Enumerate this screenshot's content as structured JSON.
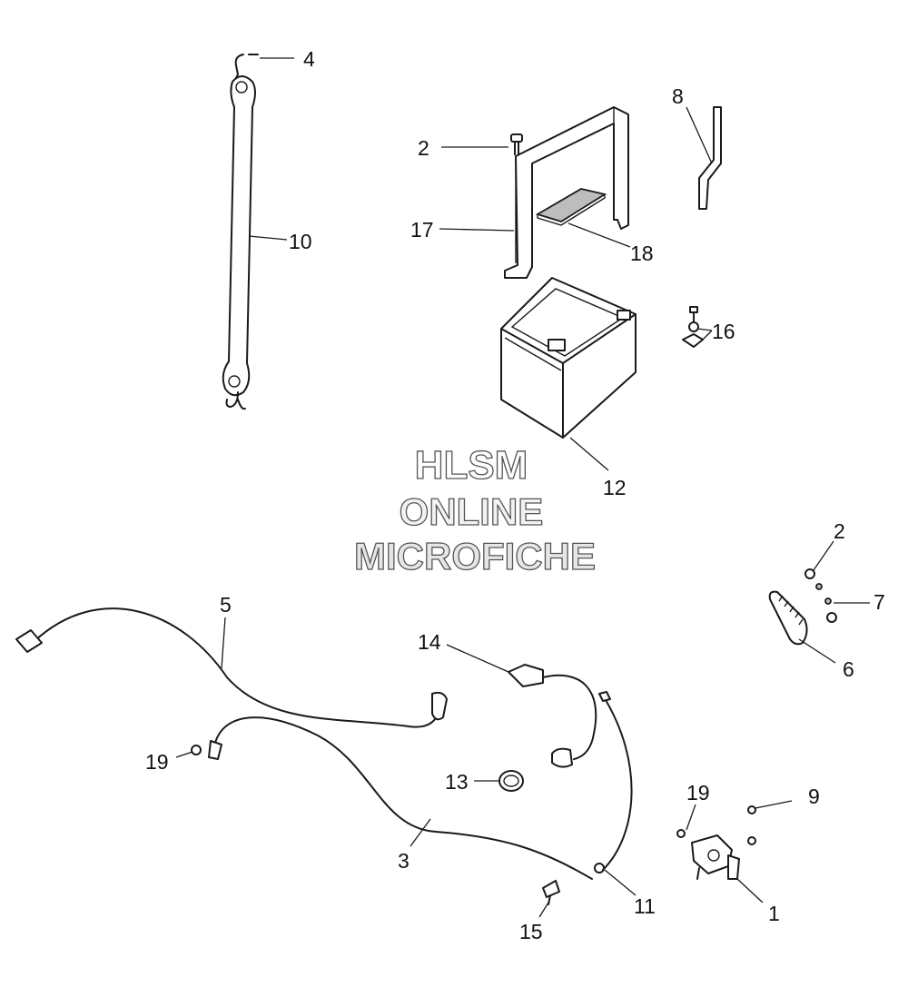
{
  "watermark": {
    "line1": "HLSM",
    "line2": "ONLINE",
    "line3": "MICROFICHE",
    "colors": {
      "line1": "#ffffff",
      "line2": "#f2f2f2",
      "line3": "#e6e6e6",
      "outline": "#555555"
    }
  },
  "callouts": {
    "c4": "4",
    "c10": "10",
    "c2a": "2",
    "c17": "17",
    "c18": "18",
    "c8": "8",
    "c16": "16",
    "c12": "12",
    "c2b": "2",
    "c7": "7",
    "c6": "6",
    "c5": "5",
    "c14": "14",
    "c19a": "19",
    "c13": "13",
    "c3": "3",
    "c19b": "19",
    "c9": "9",
    "c1": "1",
    "c11": "11",
    "c15": "15"
  },
  "colors": {
    "line": "#1a1a1a",
    "shade": "#bdbdbd",
    "background": "#ffffff"
  }
}
